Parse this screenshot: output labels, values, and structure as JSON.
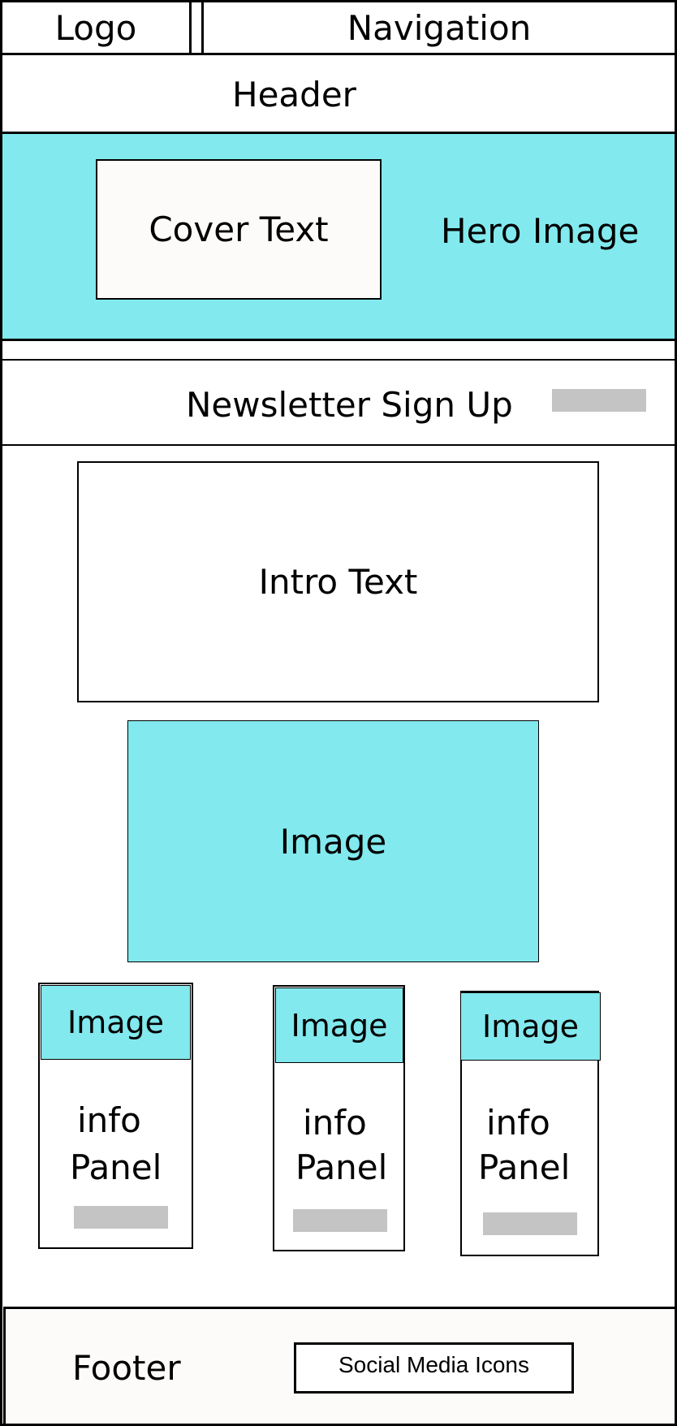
{
  "logo": "Logo",
  "navigation": "Navigation",
  "header": "Header",
  "hero": {
    "cover_text": "Cover Text",
    "label": "Hero Image"
  },
  "newsletter": {
    "label": "Newsletter Sign Up"
  },
  "intro": {
    "label": "Intro Text"
  },
  "main_image": {
    "label": "Image"
  },
  "cards": [
    {
      "image": "Image",
      "line1": "info",
      "line2": "Panel"
    },
    {
      "image": "Image",
      "line1": "info",
      "line2": "Panel"
    },
    {
      "image": "Image",
      "line1": "info",
      "line2": "Panel"
    }
  ],
  "footer": {
    "label": "Footer",
    "social": "Social Media Icons"
  },
  "colors": {
    "cyan": "#82e9ee",
    "gray": "#c4c4c4",
    "cream": "#fdfbf9",
    "stroke": "#000000"
  }
}
